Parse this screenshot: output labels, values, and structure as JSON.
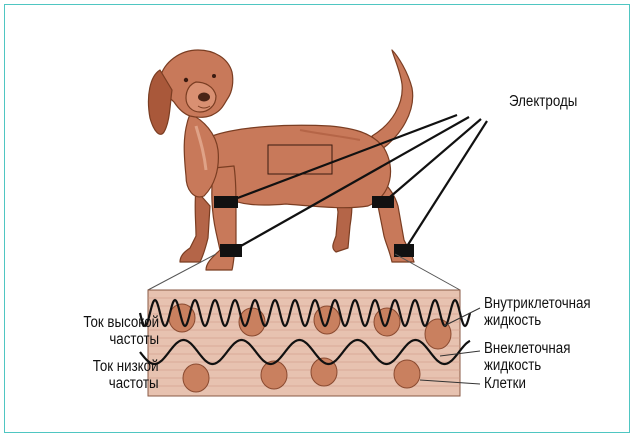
{
  "labels": {
    "electrodes": "Электроды",
    "high_freq_current": [
      "Ток высокой",
      "частоты"
    ],
    "low_freq_current": [
      "Ток низкой",
      "частоты"
    ],
    "intracellular_fluid": [
      "Внутриклеточная",
      "жидкость"
    ],
    "extracellular_fluid": [
      "Внеклеточная",
      "жидкость"
    ],
    "cells": "Клетки"
  },
  "colors": {
    "frame_border": "#4fc6c2",
    "dog_fur": "#c8795a",
    "tissue_fill": "#e7c2b0",
    "cell_fill": "#c9805f",
    "wave_stroke": "#111111",
    "electrode": "#111111"
  },
  "illustration": {
    "subject": "dog-icon",
    "electrode_count": 4
  }
}
